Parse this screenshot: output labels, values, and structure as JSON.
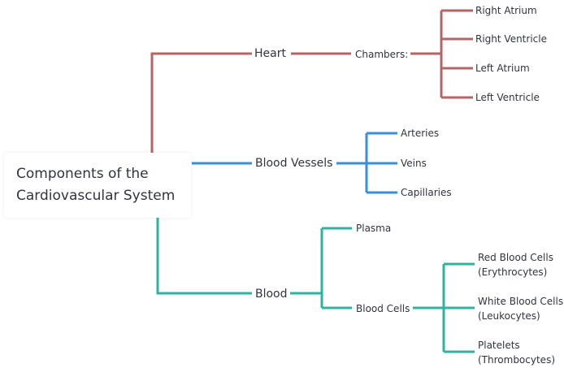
{
  "root": {
    "line1": "Components of the",
    "line2": "Cardiovascular System"
  },
  "colors": {
    "heart": "#b56565",
    "vessels": "#3a8edb",
    "blood": "#2fb3a0"
  },
  "heart": {
    "label": "Heart",
    "chambers_label": "Chambers:",
    "chambers": [
      "Right Atrium",
      "Right Ventricle",
      "Left Atrium",
      "Left Ventricle"
    ]
  },
  "vessels": {
    "label": "Blood Vessels",
    "items": [
      "Arteries",
      "Veins",
      "Capillaries"
    ]
  },
  "blood": {
    "label": "Blood",
    "plasma": "Plasma",
    "cells_label": "Blood Cells",
    "cells": [
      {
        "name": "Red Blood Cells",
        "sub": "(Erythrocytes)"
      },
      {
        "name": "White Blood Cells",
        "sub": "(Leukocytes)"
      },
      {
        "name": "Platelets",
        "sub": "(Thrombocytes)"
      }
    ]
  }
}
